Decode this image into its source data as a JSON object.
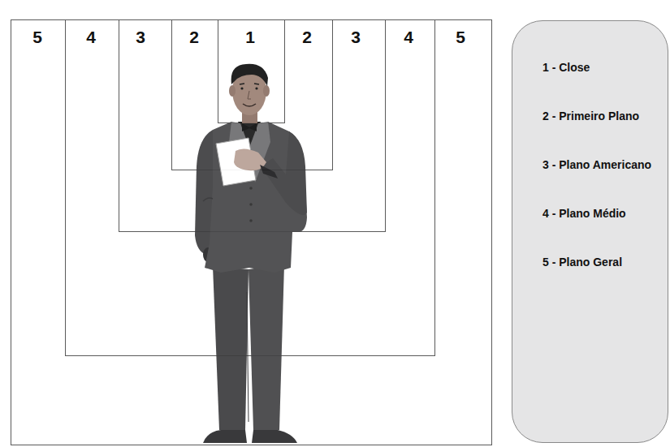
{
  "diagram": {
    "nodes": [
      {
        "text": [
          "5",
          "5"
        ]
      },
      {
        "text": [
          "4",
          "4"
        ],
        "in": 0
      },
      {
        "text": [
          "3",
          "3"
        ],
        "in": 1
      },
      {
        "text": [
          "2",
          "2"
        ],
        "in": 2
      },
      {
        "text": [
          "1"
        ],
        "in": 3
      },
      {
        "text": [
          "1 - Close",
          "2 - Primeiro Plano",
          "3 - Plano Americano",
          "4 - Plano Médio",
          "5 - Plano Geral"
        ]
      }
    ]
  }
}
